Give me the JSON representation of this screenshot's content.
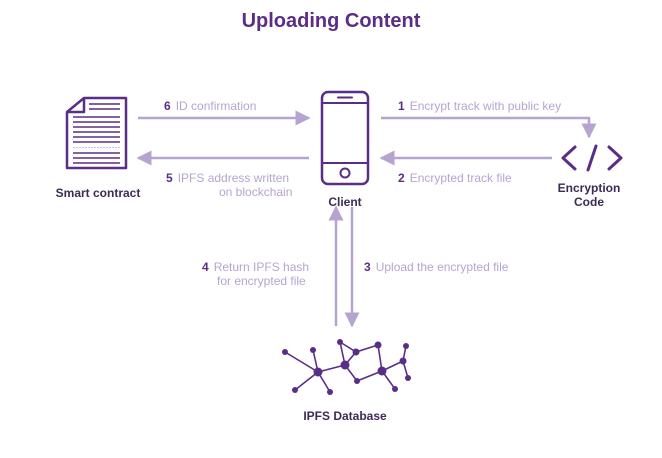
{
  "title": "Uploading Content",
  "colors": {
    "accent": "#5a2e86",
    "arrow": "#b6a4d0",
    "label_dark": "#3d2a55"
  },
  "nodes": {
    "smart_contract": {
      "label": "Smart contract",
      "icon": "document-icon"
    },
    "client": {
      "label": "Client",
      "icon": "phone-icon"
    },
    "encryption": {
      "label_line1": "Encryption",
      "label_line2": "Code",
      "icon": "code-icon"
    },
    "ipfs": {
      "label": "IPFS Database",
      "icon": "network-icon"
    }
  },
  "steps": [
    {
      "num": "1",
      "text": "Encrypt track with public key"
    },
    {
      "num": "2",
      "text": "Encrypted track file"
    },
    {
      "num": "3",
      "text": "Upload the encrypted file"
    },
    {
      "num": "4",
      "text_line1": "Return IPFS hash",
      "text_line2": "for encrypted file"
    },
    {
      "num": "5",
      "text_line1": "IPFS address written",
      "text_line2": "on blockchain"
    },
    {
      "num": "6",
      "text": "ID confirmation"
    }
  ]
}
